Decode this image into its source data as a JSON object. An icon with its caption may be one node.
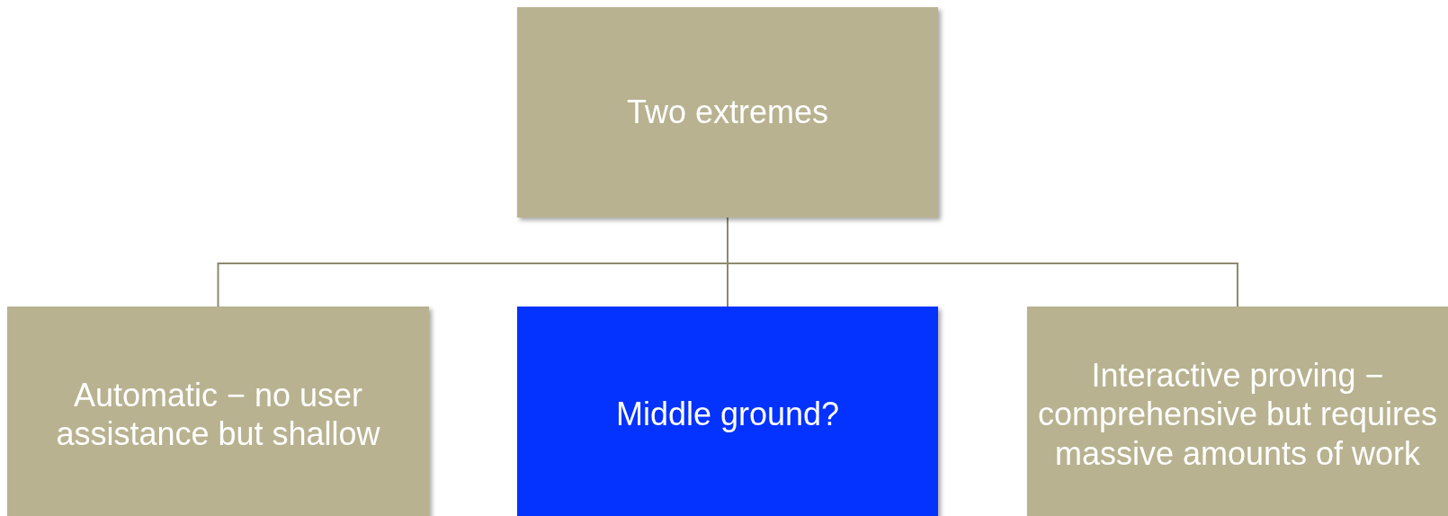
{
  "diagram": {
    "nodes": [
      {
        "text": [
          "Two extremes"
        ]
      },
      {
        "text": [
          "Automatic − no user assistance but shallow"
        ]
      },
      {
        "text": [
          "Middle ground?"
        ]
      },
      {
        "text": [
          "Interactive proving − comprehensive but requires massive amounts of work"
        ]
      }
    ],
    "edges": [
      {
        "from": 0,
        "to": 1,
        "arrow": "none"
      },
      {
        "from": 0,
        "to": 2,
        "arrow": "none"
      },
      {
        "from": 0,
        "to": 3,
        "arrow": "none"
      }
    ]
  }
}
